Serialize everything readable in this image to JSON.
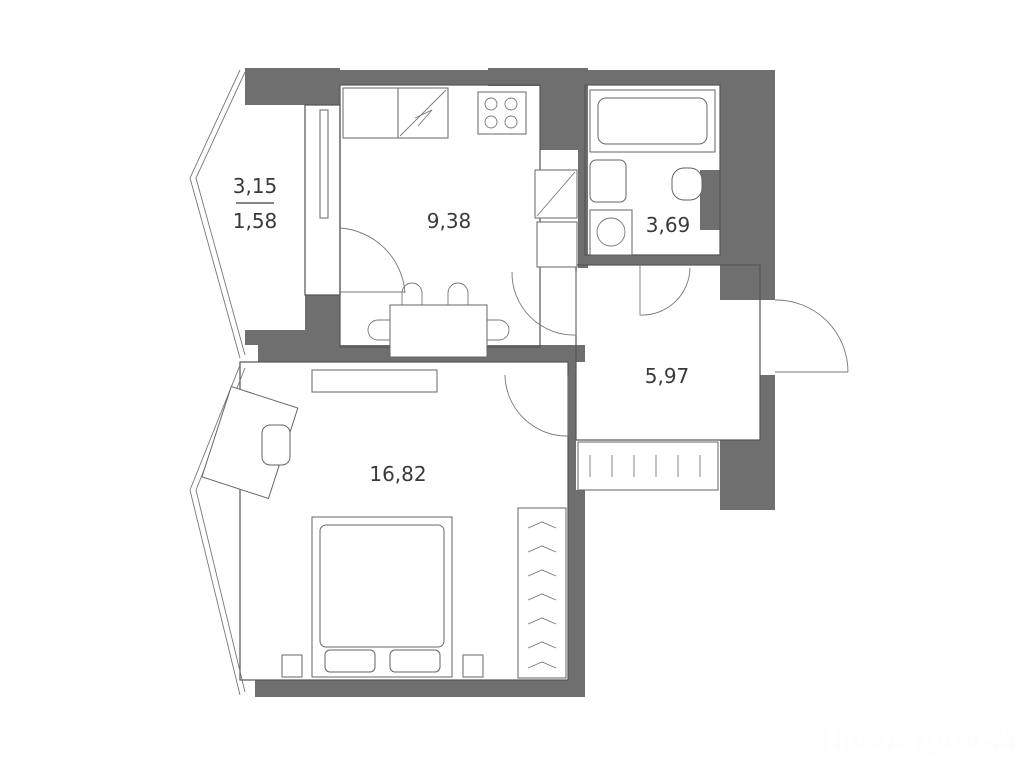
{
  "plan": {
    "rooms": [
      {
        "id": "balcony",
        "area_total": "3,15",
        "area_reduced": "1,58"
      },
      {
        "id": "kitchen",
        "area": "9,38"
      },
      {
        "id": "bathroom",
        "area": "3,69"
      },
      {
        "id": "hall",
        "area": "5,97"
      },
      {
        "id": "living-room",
        "area": "16,82"
      }
    ],
    "wall_color": "#6f6f6f"
  },
  "watermark": "Новострой-М"
}
